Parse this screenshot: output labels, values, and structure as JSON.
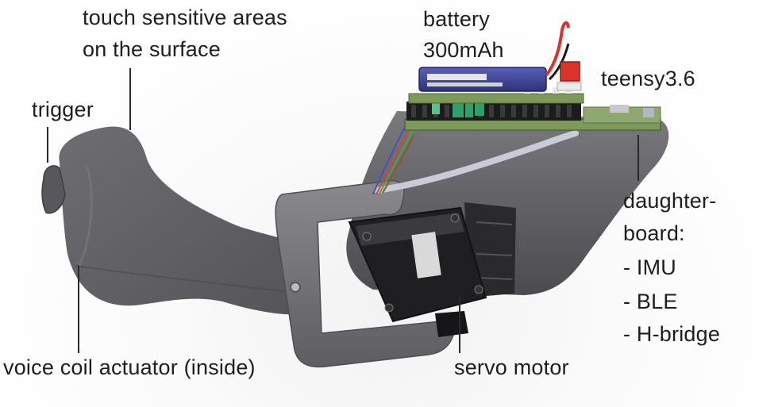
{
  "figure": {
    "description": "Annotated photo of a handheld haptic controller prototype",
    "labels": {
      "touch_line1": "touch sensitive areas",
      "touch_line2": "on the surface",
      "trigger": "trigger",
      "battery_line1": "battery",
      "battery_line2": "300mAh",
      "teensy": "teensy3.6",
      "daughter_line1": "daughter-",
      "daughter_line2": "board:",
      "daughter_item1": "- IMU",
      "daughter_item2": "- BLE",
      "daughter_item3": "- H-bridge",
      "voice_coil": "voice coil actuator (inside)",
      "servo": "servo motor"
    },
    "colors": {
      "body": "#5f5f63",
      "body_light": "#77777b",
      "pcb": "#7d9a5a",
      "battery": "#3b3f8f",
      "servo": "#1f1f22",
      "connector": "#d8342a",
      "text": "#1e1e1e"
    }
  }
}
